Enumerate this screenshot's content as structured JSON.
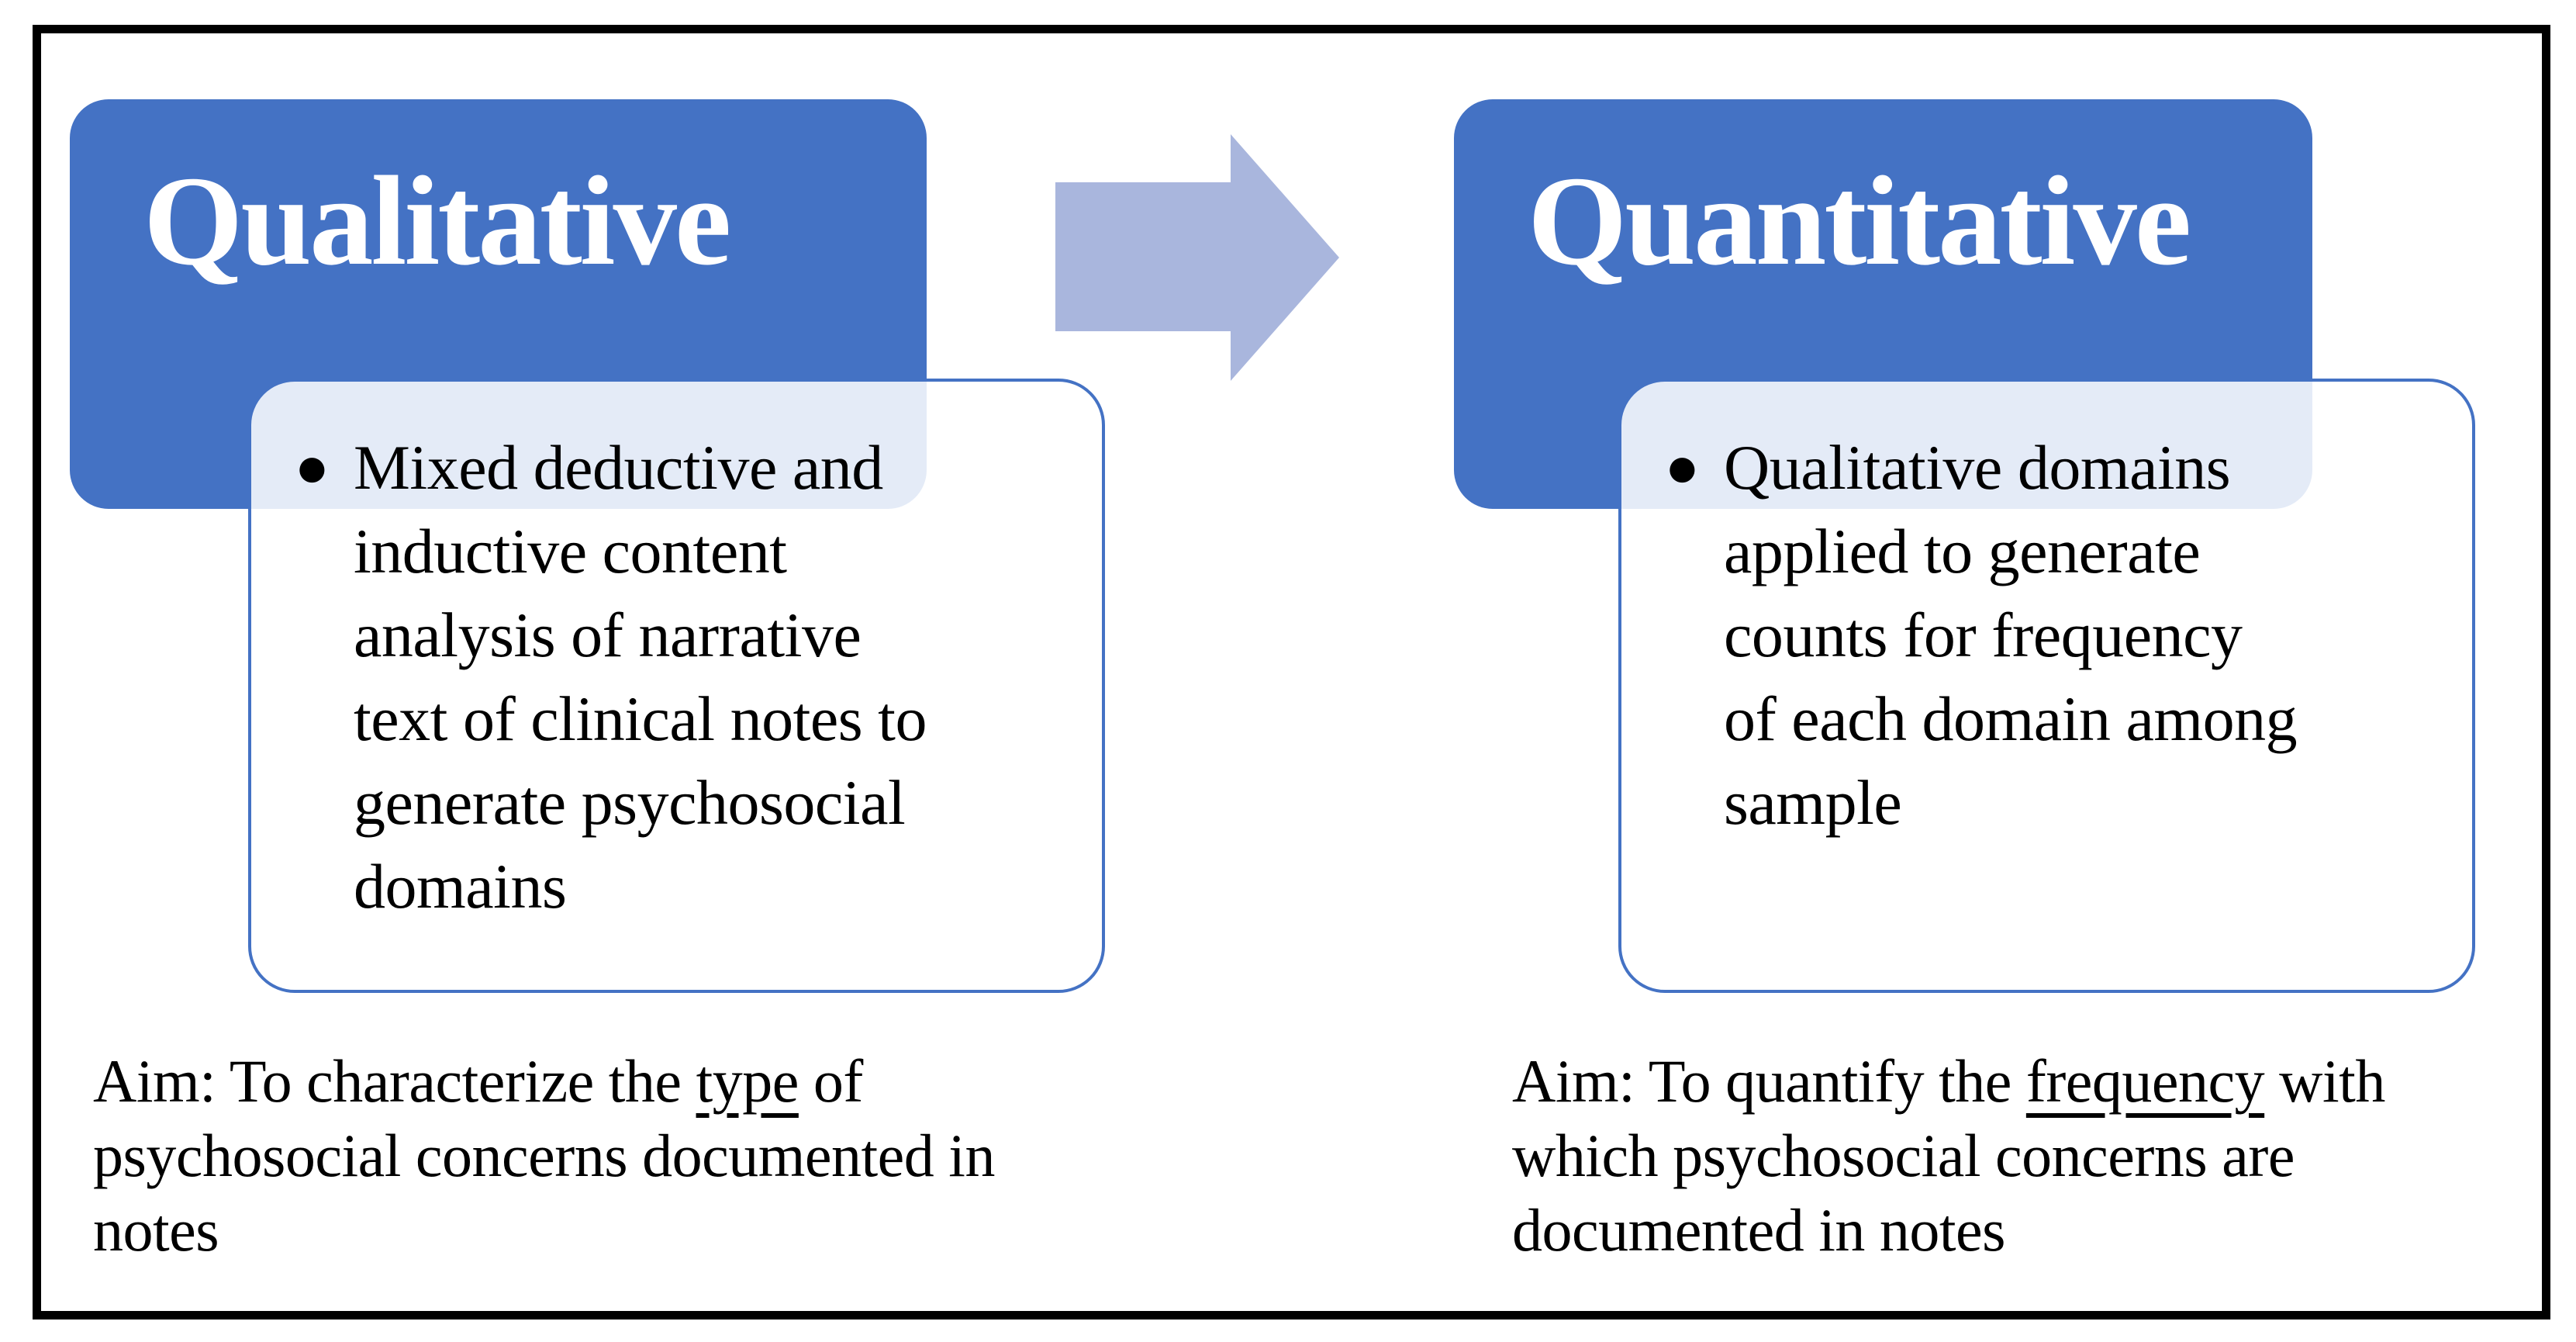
{
  "figure": {
    "colors": {
      "accent": "#4472C4",
      "arrow": "#A9B6DD",
      "tint": "#E6EBF7",
      "frame": "#000000",
      "text": "#000000",
      "title_text": "#FFFFFF"
    },
    "arrow": {
      "icon": "right-arrow",
      "direction": "right"
    },
    "panels": [
      {
        "id": "qualitative",
        "title": "Qualitative",
        "bullet_lines": [
          "Mixed deductive and",
          "inductive content",
          "analysis of narrative",
          "text of clinical notes to",
          "generate psychosocial",
          "domains"
        ],
        "aim": {
          "pre": "Aim: To characterize the ",
          "underlined": "type",
          "post": " of psychosocial concerns documented in notes"
        }
      },
      {
        "id": "quantitative",
        "title": "Quantitative",
        "bullet_lines": [
          "Qualitative domains",
          "applied to generate",
          "counts for frequency",
          "of each domain among",
          "sample"
        ],
        "aim": {
          "pre": "Aim: To quantify the ",
          "underlined": "frequency",
          "post": " with which psychosocial concerns are documented in notes"
        }
      }
    ]
  }
}
